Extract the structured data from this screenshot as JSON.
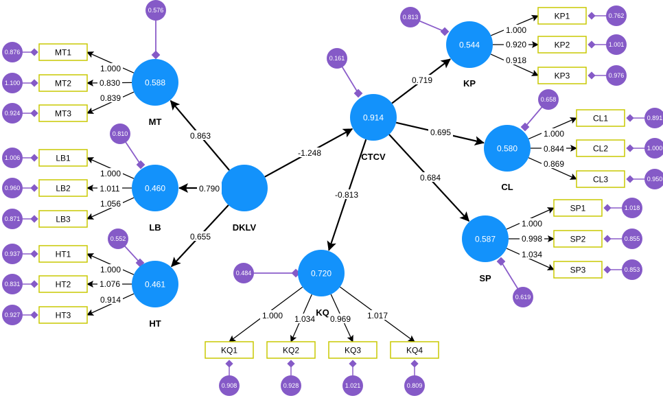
{
  "title": "PLS-SEM path model",
  "colors": {
    "latent": "#1392fb",
    "error": "#855ac7",
    "error_line": "#8a5cc9",
    "indicator_border": "#c8c800",
    "arrow": "#000000"
  },
  "latents": [
    {
      "id": "MT",
      "label": "MT",
      "value": "0.588",
      "error": "0.576"
    },
    {
      "id": "LB",
      "label": "LB",
      "value": "0.460",
      "error": "0.810"
    },
    {
      "id": "HT",
      "label": "HT",
      "value": "0.461",
      "error": "0.552"
    },
    {
      "id": "DKLV",
      "label": "DKLV",
      "value": "",
      "error": ""
    },
    {
      "id": "CTCV",
      "label": "CTCV",
      "value": "0.914",
      "error": "0.161"
    },
    {
      "id": "KP",
      "label": "KP",
      "value": "0.544",
      "error": "0.813"
    },
    {
      "id": "CL",
      "label": "CL",
      "value": "0.580",
      "error": "0.658"
    },
    {
      "id": "SP",
      "label": "SP",
      "value": "0.587",
      "error": "0.619"
    },
    {
      "id": "KQ",
      "label": "KQ",
      "value": "0.720",
      "error": "0.484"
    }
  ],
  "paths": [
    {
      "from": "DKLV",
      "to": "MT",
      "coef": "0.863"
    },
    {
      "from": "DKLV",
      "to": "LB",
      "coef": "0.790"
    },
    {
      "from": "DKLV",
      "to": "HT",
      "coef": "0.655"
    },
    {
      "from": "DKLV",
      "to": "CTCV",
      "coef": "-1.248"
    },
    {
      "from": "CTCV",
      "to": "KP",
      "coef": "0.719"
    },
    {
      "from": "CTCV",
      "to": "CL",
      "coef": "0.695"
    },
    {
      "from": "CTCV",
      "to": "SP",
      "coef": "0.684"
    },
    {
      "from": "CTCV",
      "to": "KQ",
      "coef": "-0.813"
    }
  ],
  "indicators": [
    {
      "id": "MT1",
      "latent": "MT",
      "loading": "1.000",
      "error": "0.876"
    },
    {
      "id": "MT2",
      "latent": "MT",
      "loading": "0.830",
      "error": "1.100"
    },
    {
      "id": "MT3",
      "latent": "MT",
      "loading": "0.839",
      "error": "0.924"
    },
    {
      "id": "LB1",
      "latent": "LB",
      "loading": "1.000",
      "error": "1.006"
    },
    {
      "id": "LB2",
      "latent": "LB",
      "loading": "1.011",
      "error": "0.960"
    },
    {
      "id": "LB3",
      "latent": "LB",
      "loading": "1.056",
      "error": "0.871"
    },
    {
      "id": "HT1",
      "latent": "HT",
      "loading": "1.000",
      "error": "0.937"
    },
    {
      "id": "HT2",
      "latent": "HT",
      "loading": "1.076",
      "error": "0.831"
    },
    {
      "id": "HT3",
      "latent": "HT",
      "loading": "0.914",
      "error": "0.927"
    },
    {
      "id": "KP1",
      "latent": "KP",
      "loading": "1.000",
      "error": "0.762"
    },
    {
      "id": "KP2",
      "latent": "KP",
      "loading": "0.920",
      "error": "1.001"
    },
    {
      "id": "KP3",
      "latent": "KP",
      "loading": "0.918",
      "error": "0.976"
    },
    {
      "id": "CL1",
      "latent": "CL",
      "loading": "1.000",
      "error": "0.891"
    },
    {
      "id": "CL2",
      "latent": "CL",
      "loading": "0.844",
      "error": "1.000"
    },
    {
      "id": "CL3",
      "latent": "CL",
      "loading": "0.869",
      "error": "0.950"
    },
    {
      "id": "SP1",
      "latent": "SP",
      "loading": "1.000",
      "error": "1.018"
    },
    {
      "id": "SP2",
      "latent": "SP",
      "loading": "0.998",
      "error": "0.855"
    },
    {
      "id": "SP3",
      "latent": "SP",
      "loading": "1.034",
      "error": "0.853"
    },
    {
      "id": "KQ1",
      "latent": "KQ",
      "loading": "1.000",
      "error": "0.908"
    },
    {
      "id": "KQ2",
      "latent": "KQ",
      "loading": "1.034",
      "error": "0.928"
    },
    {
      "id": "KQ3",
      "latent": "KQ",
      "loading": "0.969",
      "error": "1.021"
    },
    {
      "id": "KQ4",
      "latent": "KQ",
      "loading": "1.017",
      "error": "0.809"
    }
  ]
}
